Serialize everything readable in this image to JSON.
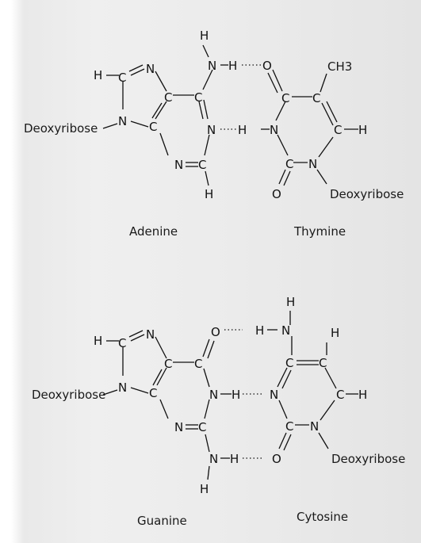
{
  "labels": {
    "adenine": "Adenine",
    "thymine": "Thymine",
    "guanine": "Guanine",
    "cytosine": "Cytosine",
    "sugar": "Deoxyribose",
    "methyl": "CH3"
  },
  "atoms": {
    "H": "H",
    "C": "C",
    "N": "N",
    "O": "O",
    "hbond": "···"
  },
  "colors": {
    "ink": "#111111",
    "paper": "#ececec"
  }
}
